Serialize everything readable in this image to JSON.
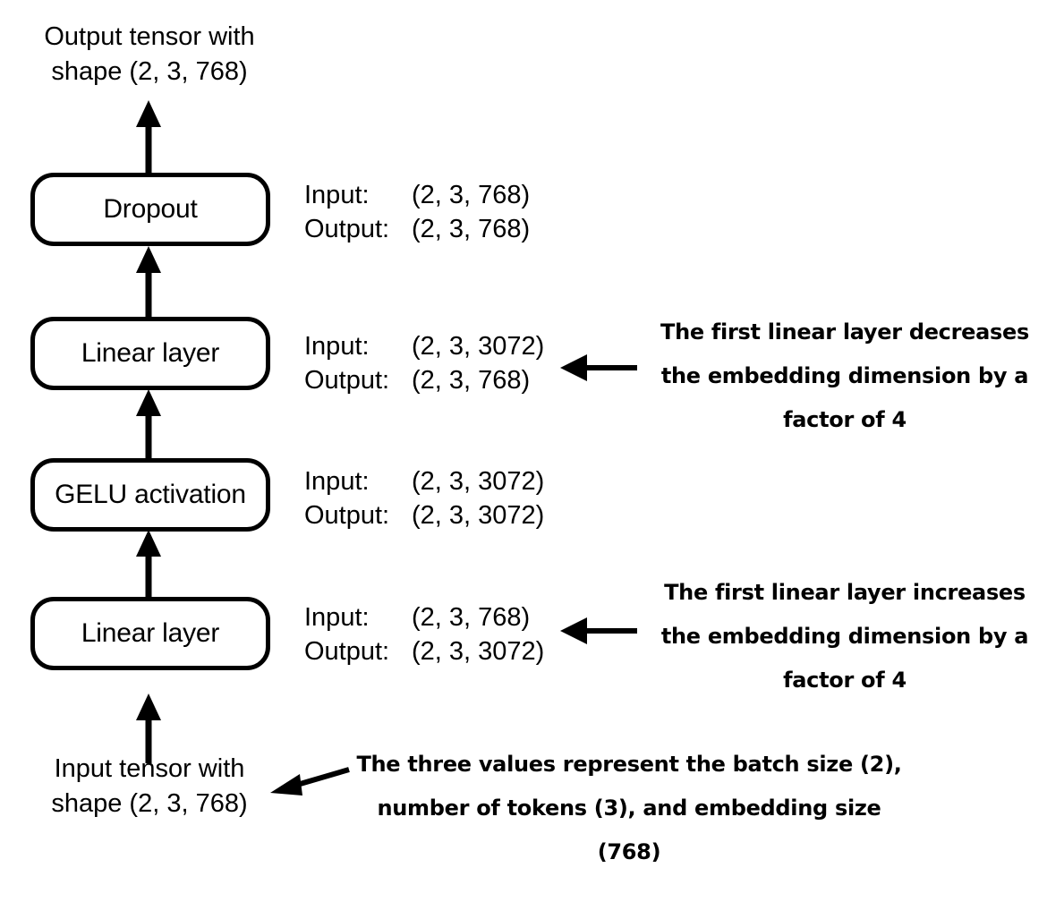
{
  "diagram": {
    "title": "Feed forward network tensor shape flow",
    "colors": {
      "stroke": "#000000",
      "background": "#ffffff",
      "text": "#000000"
    }
  },
  "endpoints": {
    "output_tensor": "Output tensor with\nshape (2, 3, 768)",
    "input_tensor": "Input tensor with\nshape (2, 3, 768)"
  },
  "blocks": [
    {
      "id": "dropout",
      "label": "Dropout"
    },
    {
      "id": "linear2",
      "label": "Linear layer"
    },
    {
      "id": "gelu",
      "label": "GELU activation"
    },
    {
      "id": "linear1",
      "label": "Linear layer"
    }
  ],
  "io_specs": {
    "dropout": {
      "input_key": "Input:",
      "input_value": "(2, 3, 768)",
      "output_key": "Output:",
      "output_value": "(2, 3, 768)"
    },
    "linear2": {
      "input_key": "Input:",
      "input_value": "(2, 3, 3072)",
      "output_key": "Output:",
      "output_value": "(2, 3, 768)"
    },
    "gelu": {
      "input_key": "Input:",
      "input_value": "(2, 3, 3072)",
      "output_key": "Output:",
      "output_value": "(2, 3, 3072)"
    },
    "linear1": {
      "input_key": "Input:",
      "input_value": "(2, 3, 768)",
      "output_key": "Output:",
      "output_value": "(2, 3, 3072)"
    }
  },
  "annotations": {
    "decrease": "The first linear layer decreases the embedding dimension by a factor of 4",
    "increase": "The first linear layer increases the embedding dimension by a factor of 4",
    "values": "The three values represent the batch size (2), number of tokens (3), and embedding size (768)"
  }
}
